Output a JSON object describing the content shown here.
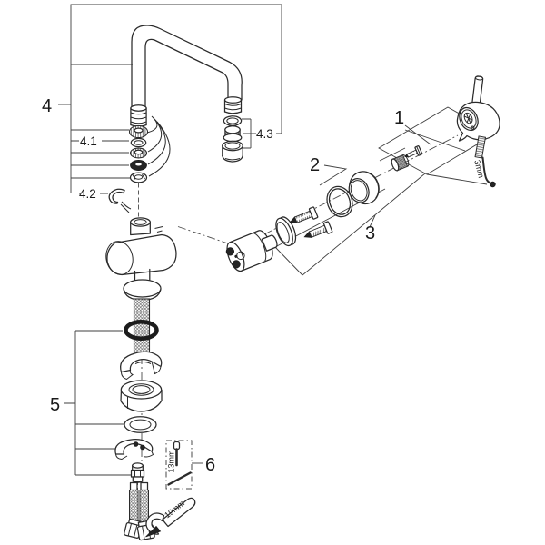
{
  "diagram": {
    "callouts": {
      "c1": "1",
      "c2": "2",
      "c3": "3",
      "c4": "4",
      "c4_1": "4.1",
      "c4_2": "4.2",
      "c4_3": "4.3",
      "c5": "5",
      "c6": "6"
    },
    "tool_sizes": {
      "allen_key": "3mm",
      "socket_tool": "13mm",
      "open_wrench": "19mm"
    },
    "colors": {
      "background": "#ffffff",
      "line": "#2b2b2b",
      "dark_fill": "#242424",
      "guide": "#3f3f3f"
    }
  }
}
